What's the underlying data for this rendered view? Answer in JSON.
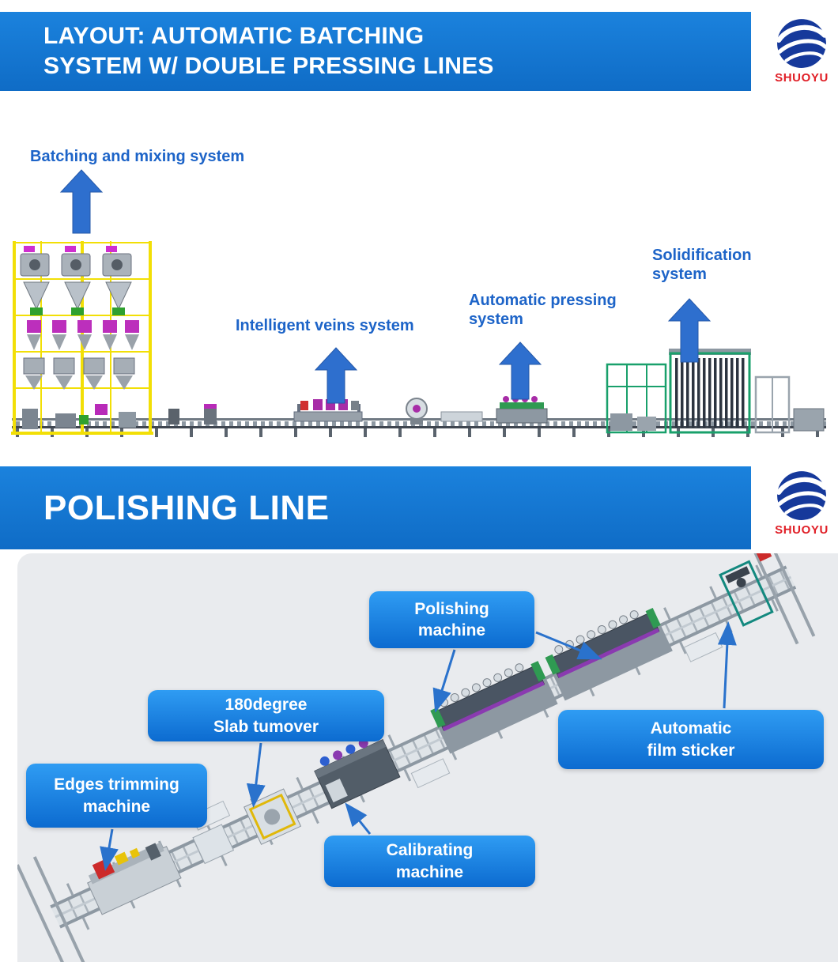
{
  "brand": {
    "name": "SHUOYU"
  },
  "section1": {
    "banner_line1": "LAYOUT: AUTOMATIC BATCHING",
    "banner_line2": "SYSTEM W/ DOUBLE PRESSING LINES",
    "labels": {
      "batching": "Batching and mixing system",
      "veins": "Intelligent veins system",
      "pressing_line1": "Automatic pressing",
      "pressing_line2": "system",
      "solidification_line1": "Solidification",
      "solidification_line2": "system"
    }
  },
  "section2": {
    "banner_title": "POLISHING LINE",
    "labels": {
      "polishing_line1": "Polishing",
      "polishing_line2": "machine",
      "turnover_line1": "180degree",
      "turnover_line2": "Slab tumover",
      "edges_line1": "Edges trimming",
      "edges_line2": "machine",
      "film_line1": "Automatic",
      "film_line2": "film sticker",
      "calibrating_line1": "Calibrating",
      "calibrating_line2": "machine"
    }
  },
  "colors": {
    "banner_blue": "#1176d2",
    "diagram_label_blue": "#1d64c8",
    "callout_box_blue_top": "#2f9cf3",
    "callout_box_blue_bottom": "#0c6bd0",
    "arrow_blue": "#2e6fce",
    "logo_red": "#e01e26",
    "logo_circle_blue": "#16399b",
    "panel_gray": "#e9ebee",
    "tower_frame_yellow": "#f2df06",
    "rack_frame_green": "#19a06b"
  }
}
